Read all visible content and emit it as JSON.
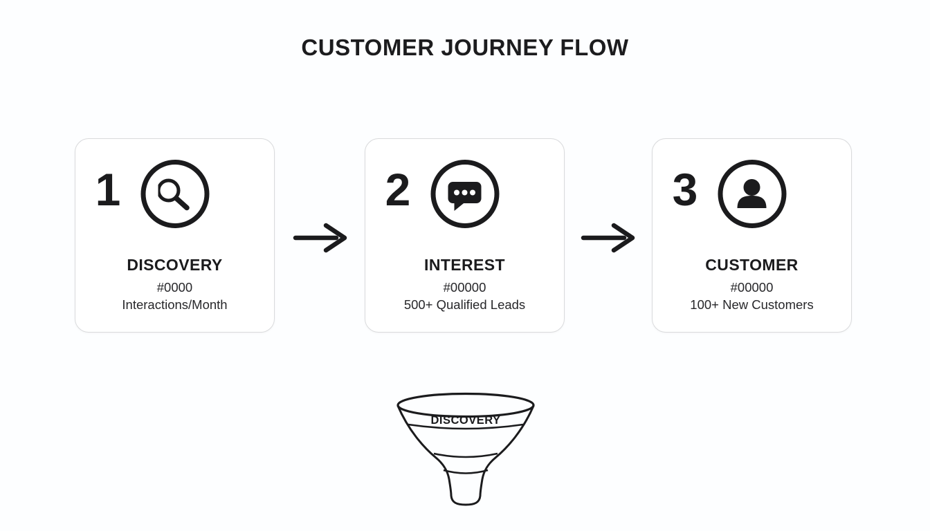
{
  "title": "CUSTOMER JOURNEY FLOW",
  "colors": {
    "ink": "#1b1b1d",
    "card_border": "#d9dadc",
    "background": "#fdfeff"
  },
  "steps": [
    {
      "number": "1",
      "icon": "search-icon",
      "label": "DISCOVERY",
      "metric_id": "#0000",
      "metric_label": "Interactions/Month"
    },
    {
      "number": "2",
      "icon": "chat-bubble-icon",
      "label": "INTEREST",
      "metric_id": "#00000",
      "metric_label": "500+ Qualified Leads"
    },
    {
      "number": "3",
      "icon": "person-icon",
      "label": "CUSTOMER",
      "metric_id": "#00000",
      "metric_label": "100+ New Customers"
    }
  ],
  "funnel": {
    "stage_label": "DISCOVERY"
  }
}
